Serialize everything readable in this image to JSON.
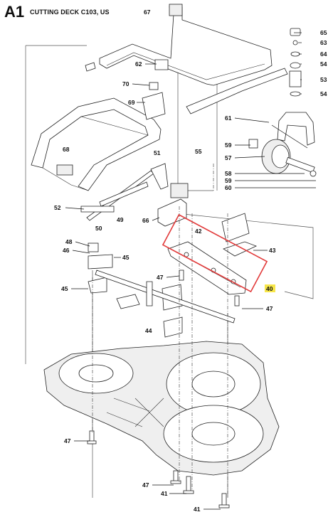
{
  "header": {
    "code": "A1",
    "title": "CUTTING DECK C103, US"
  },
  "highlight": {
    "color": "#e23a3a",
    "label_bg": "#f7e64a"
  },
  "callouts": {
    "c67": "67",
    "c65": "65",
    "c63": "63",
    "c64": "64",
    "c54a": "54",
    "c53": "53",
    "c54b": "54",
    "c62": "62",
    "c70": "70",
    "c69": "69",
    "c61": "61",
    "c59a": "59",
    "c55": "55",
    "c57": "57",
    "c58": "58",
    "c59b": "59",
    "c60": "60",
    "c68": "68",
    "c51": "51",
    "c52": "52",
    "c49": "49",
    "c50": "50",
    "c66": "66",
    "c42": "42",
    "c48": "48",
    "c46": "46",
    "c45a": "45",
    "c43": "43",
    "c47a": "47",
    "c40": "40",
    "c45b": "45",
    "c47b": "47",
    "c44": "44",
    "c47c": "47",
    "c47d": "47",
    "c41a": "41",
    "c41b": "41"
  }
}
